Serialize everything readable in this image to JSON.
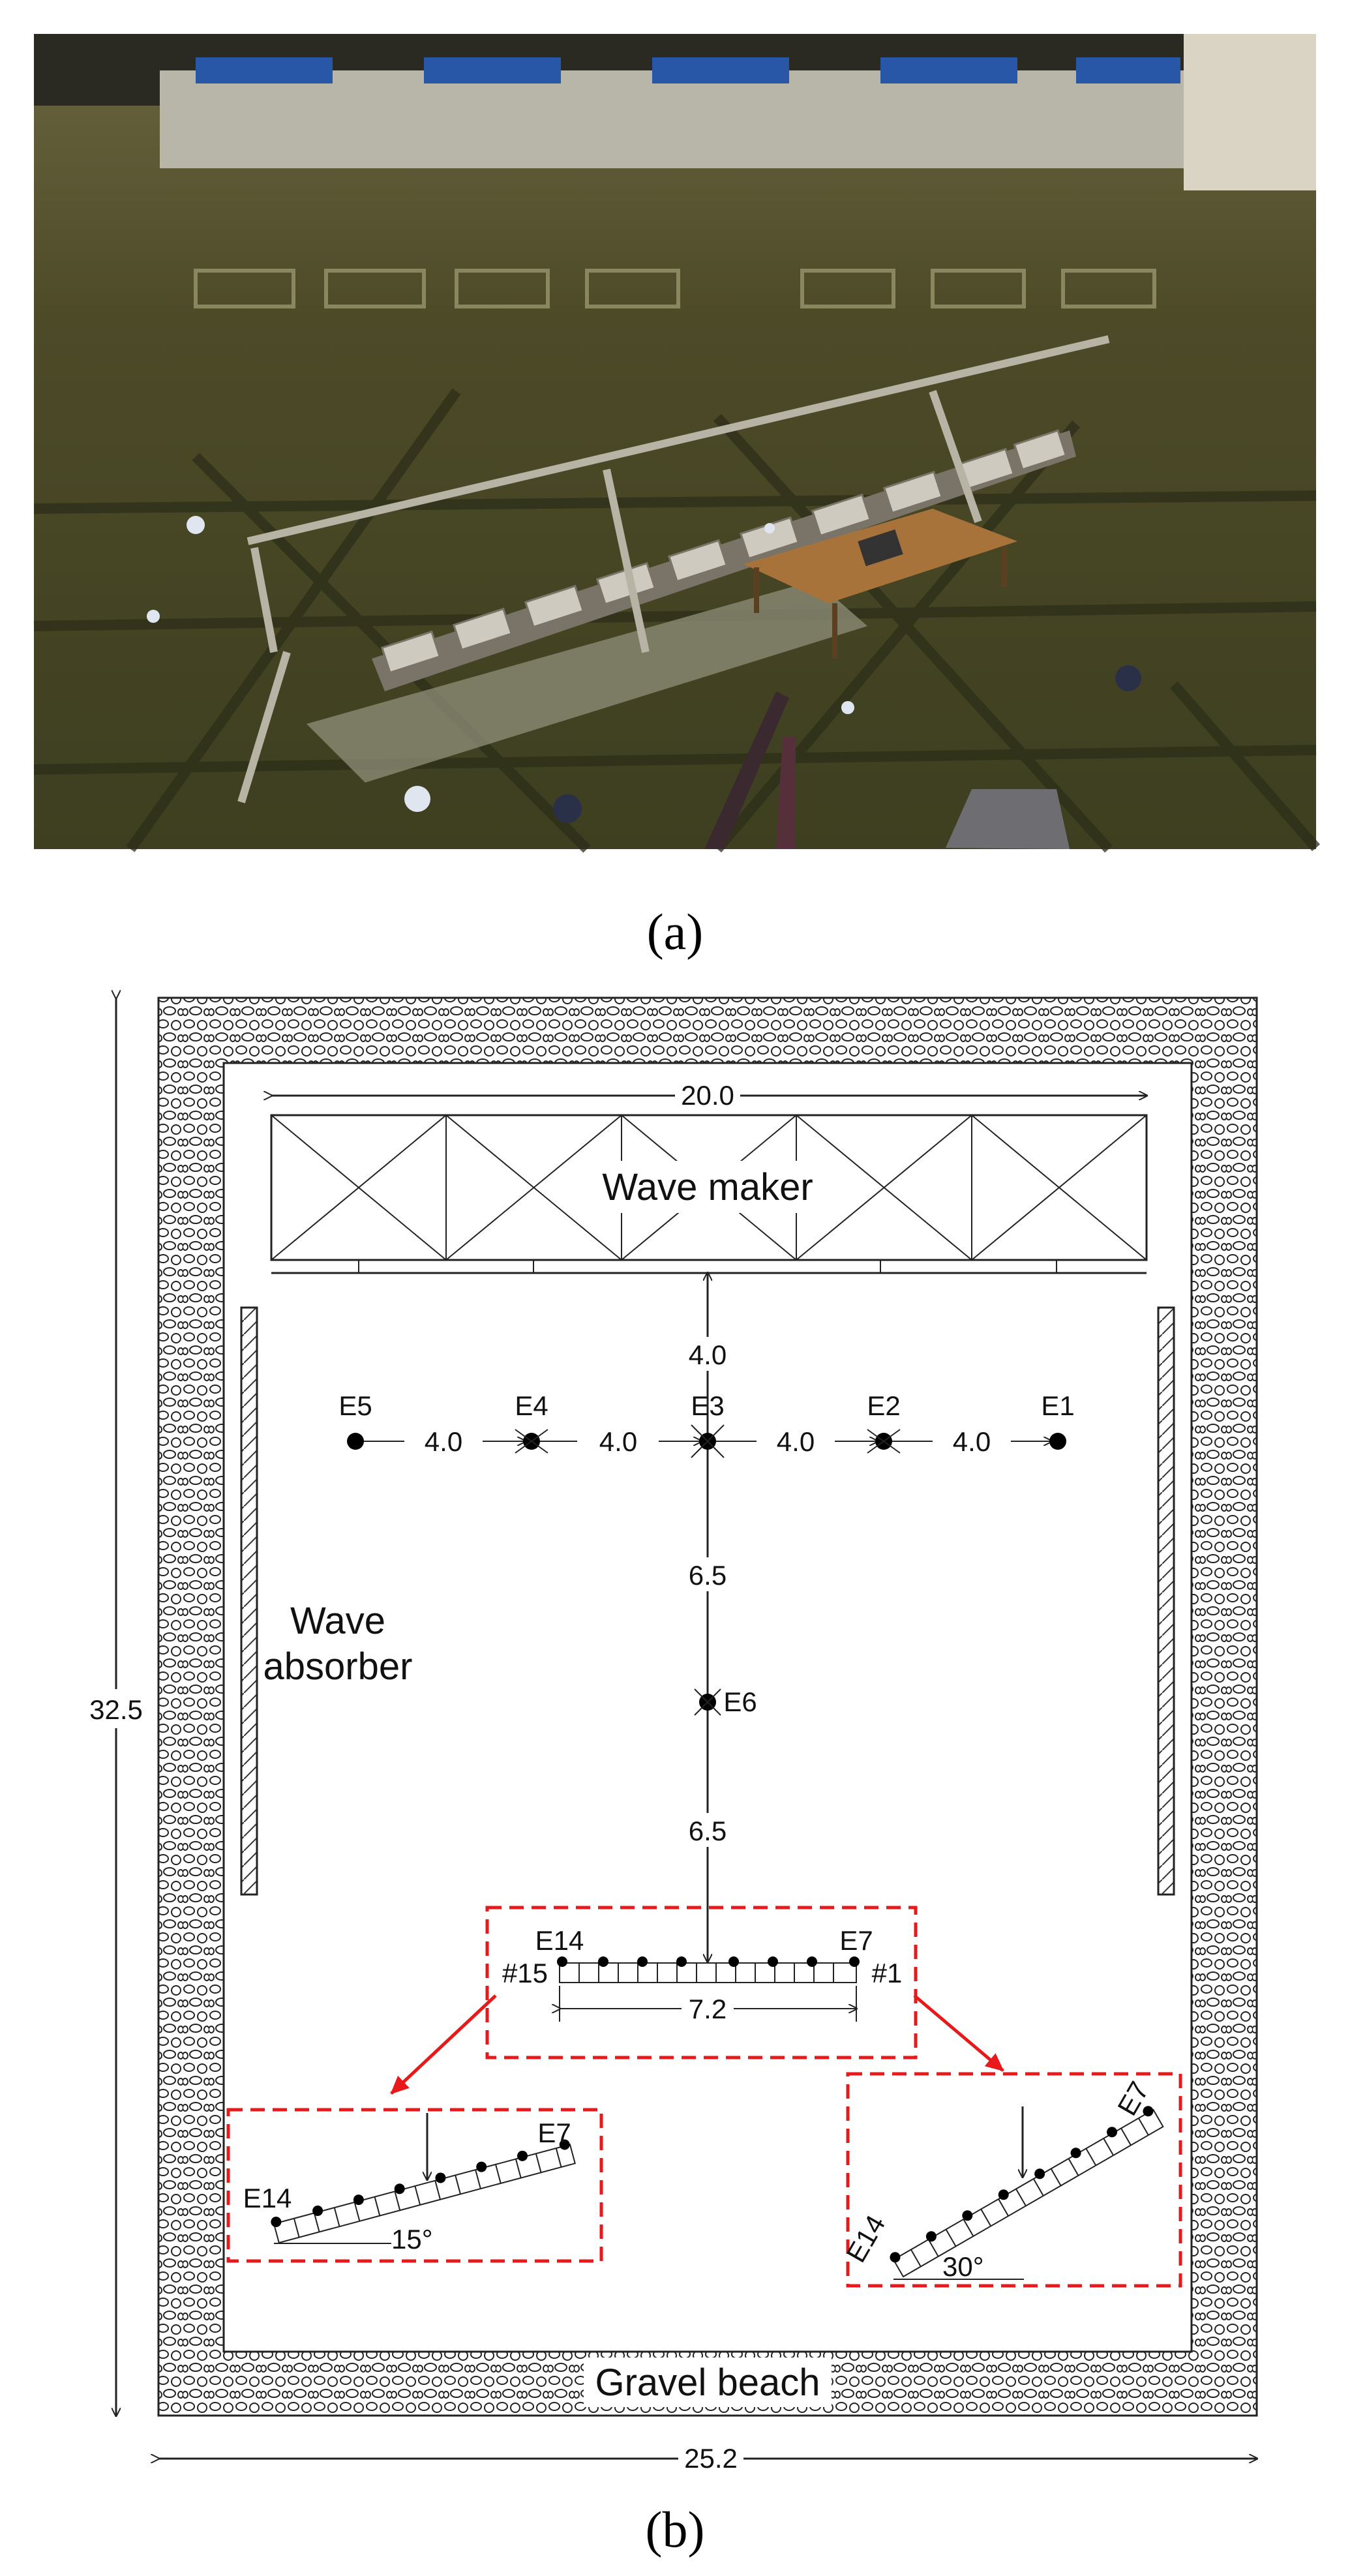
{
  "captions": {
    "a": "(a)",
    "b": "(b)"
  },
  "photo": {
    "description_name": "wave-basin-photo"
  },
  "dimensions": {
    "basin_length": "32.5",
    "basin_width": "25.2",
    "wavemaker_width": "20.0",
    "wavemaker_to_e3": "4.0",
    "e3_to_e6": "6.5",
    "e6_to_model": "6.5",
    "model_length": "7.2",
    "gauge_spacing": [
      "4.0",
      "4.0",
      "4.0",
      "4.0"
    ]
  },
  "labels": {
    "wave_maker": "Wave maker",
    "wave_absorber_1": "Wave",
    "wave_absorber_2": "absorber",
    "gravel_beach": "Gravel beach"
  },
  "gauges": {
    "e1": "E1",
    "e2": "E2",
    "e3": "E3",
    "e4": "E4",
    "e5": "E5",
    "e6": "E6",
    "e7": "E7",
    "e14": "E14"
  },
  "modules": {
    "first": "#1",
    "last": "#15"
  },
  "insets": {
    "left": {
      "angle": "15°",
      "end_a": "E14",
      "end_b": "E7"
    },
    "right": {
      "angle": "30°",
      "end_a": "E14",
      "end_b": "E7"
    }
  },
  "colors": {
    "highlight": "#e8191b",
    "water": "#4a4a26"
  }
}
